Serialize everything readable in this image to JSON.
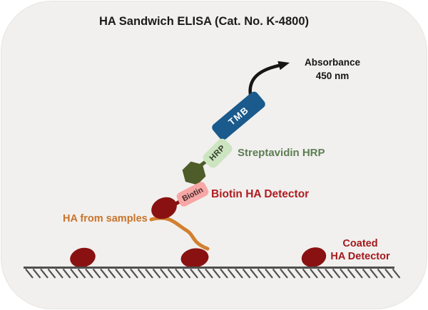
{
  "title": "HA Sandwich ELISA (Cat. No. K-4800)",
  "labels": {
    "absorbance_line1": "Absorbance",
    "absorbance_line2": "450 nm",
    "tmb": "TMB",
    "hrp": "HRP",
    "streptavidin_hrp": "Streptavidin HRP",
    "biotin": "Biotin",
    "biotin_ha_detector": "Biotin HA Detector",
    "ha_from_samples": "HA from samples",
    "coated_line1": "Coated",
    "coated_line2": "HA Detector"
  },
  "colors": {
    "panel_bg": "#f1f0ee",
    "tmb_blue": "#1a5a8c",
    "hrp_green_fill": "#cde4c0",
    "hrp_text": "#33402a",
    "streptavidin_green": "#5d7d53",
    "hexagon_olive": "#4d5c29",
    "biotin_pink": "#f7a7a5",
    "biotin_text": "#3f2a28",
    "red_label": "#b01c20",
    "coated_red": "#a4181c",
    "dark_red": "#8a1111",
    "orange": "#d2802f",
    "orange_text": "#c9732b",
    "surface_gray": "#4f4f4f"
  }
}
